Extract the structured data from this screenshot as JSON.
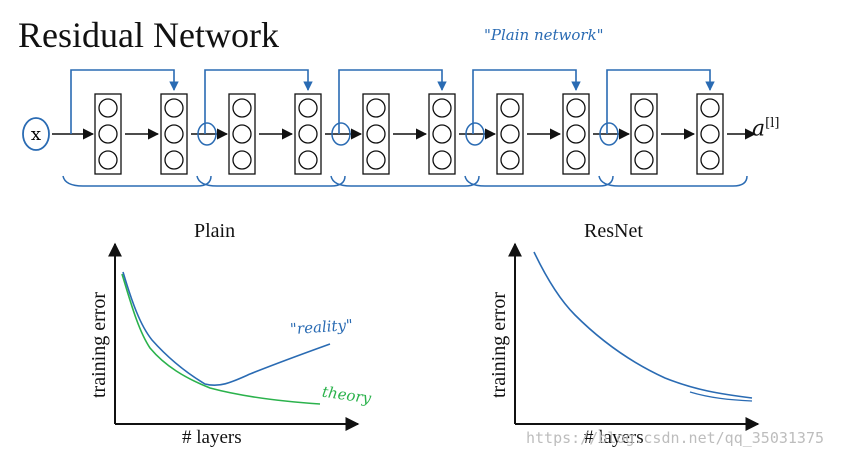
{
  "title": "Residual Network",
  "diagram": {
    "input_label": "x",
    "output_label": "a[l]",
    "output_base": "a",
    "output_superscript": "[l]",
    "annotation": "\"Plain network\"",
    "num_blocks": 5,
    "neurons_per_layer": 3,
    "ink_color": "#2a6bb3"
  },
  "plots": {
    "plain": {
      "title": "Plain",
      "xlabel": "# layers",
      "ylabel": "training error",
      "reality_label": "\"reality\"",
      "theory_label": "theory",
      "reality_color": "#2a6bb3",
      "theory_color": "#2bb24c"
    },
    "resnet": {
      "title": "ResNet",
      "xlabel": "# layers",
      "ylabel": "training error",
      "curve_color": "#2a6bb3"
    }
  },
  "watermark": "https://blog.csdn.net/qq_35031375"
}
